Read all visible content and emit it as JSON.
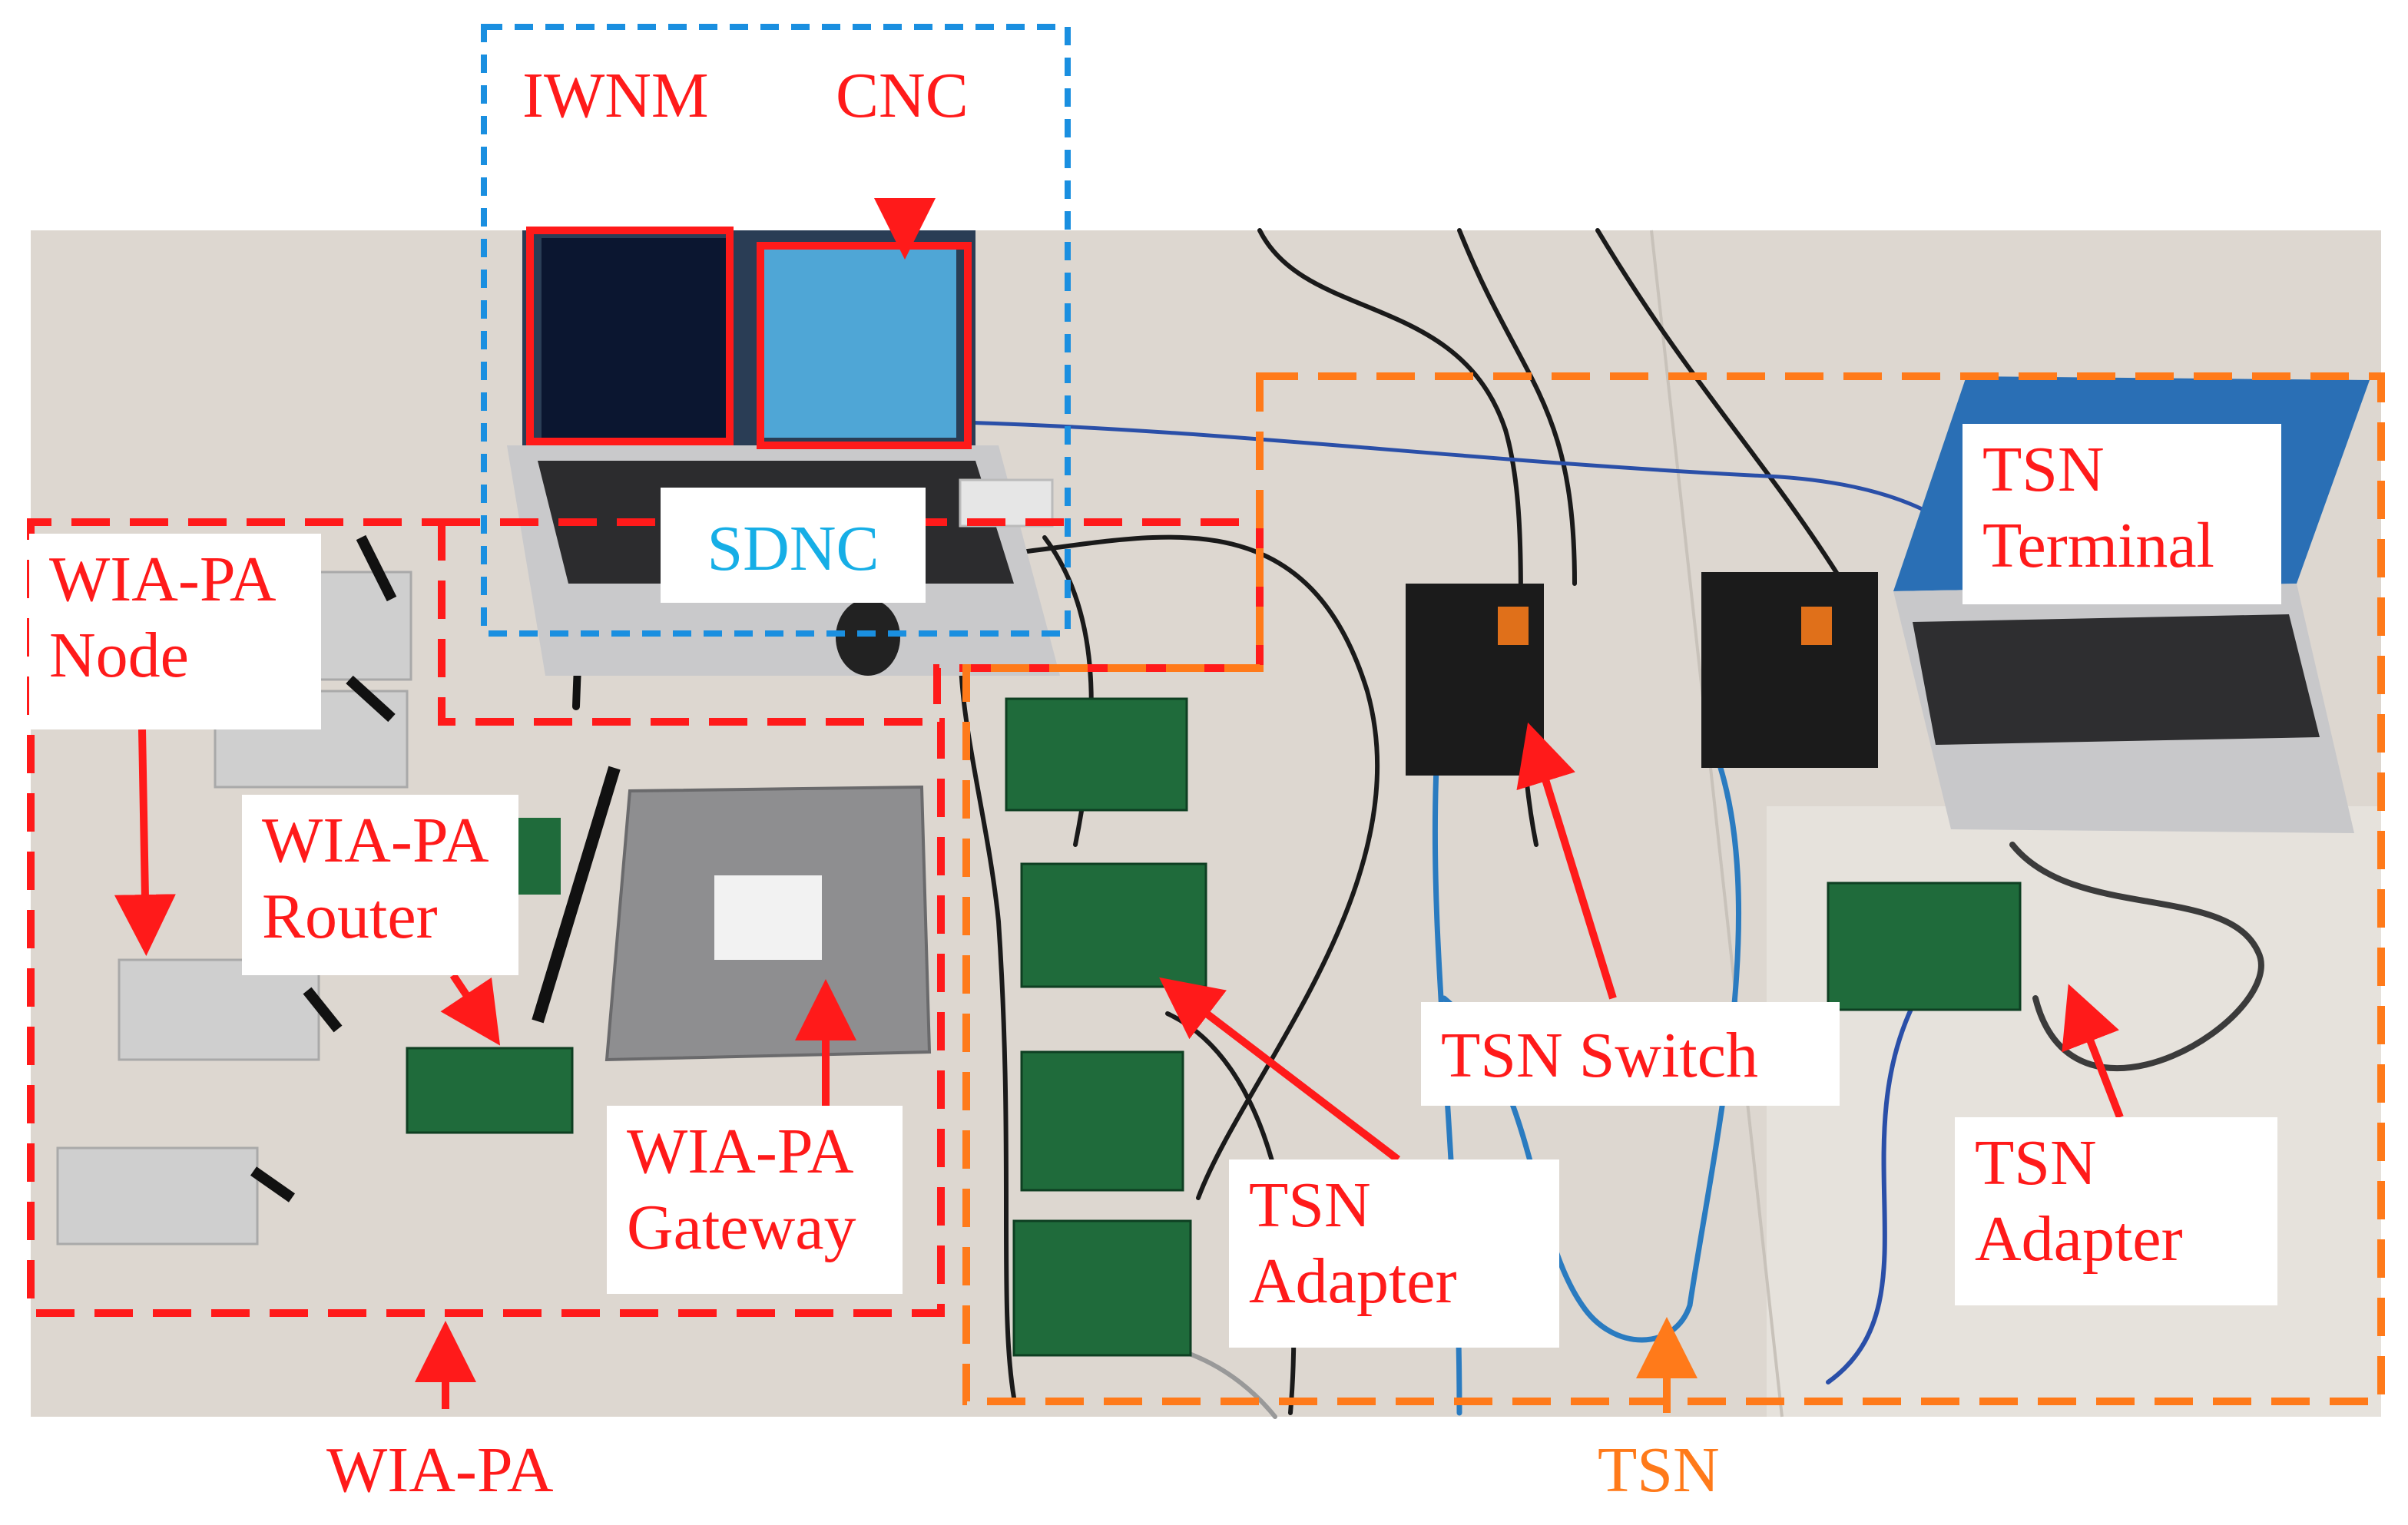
{
  "colors": {
    "wia_pa": "#ff1a1a",
    "sdnc": "#1a8fe0",
    "tsn": "#ff7a1a",
    "sdnc_text": "#16aee6"
  },
  "labels": {
    "iwnm": "IWNM",
    "cnc": "CNC",
    "sdnc": "SDNC",
    "wia_pa_node": "WIA-PA\nNode",
    "wia_pa_router": "WIA-PA\nRouter",
    "wia_pa_gateway": "WIA-PA\nGateway",
    "wia_pa_group": "WIA-PA",
    "tsn_switch": "TSN Switch",
    "tsn_terminal": "TSN\nTerminal",
    "tsn_adapter_left": "TSN\nAdapter",
    "tsn_adapter_right": "TSN\nAdapter",
    "tsn_group": "TSN"
  }
}
